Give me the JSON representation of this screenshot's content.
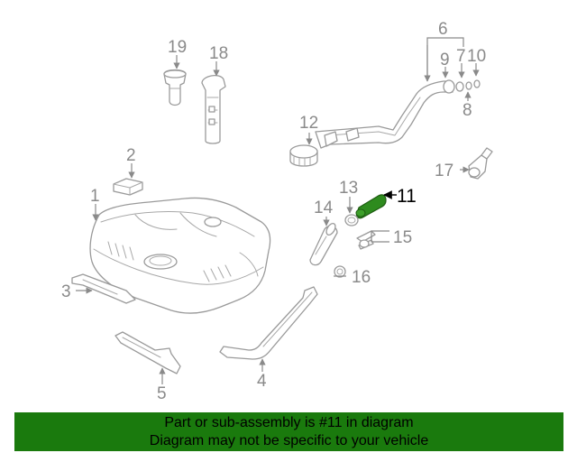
{
  "callouts": {
    "c1": "1",
    "c2": "2",
    "c3": "3",
    "c4": "4",
    "c5": "5",
    "c6": "6",
    "c7": "7",
    "c8": "8",
    "c9": "9",
    "c10": "10",
    "c11": "11",
    "c12": "12",
    "c13": "13",
    "c14": "14",
    "c15": "15",
    "c16": "16",
    "c17": "17",
    "c18": "18",
    "c19": "19"
  },
  "highlighted_part": "11",
  "colors": {
    "highlight_part": "#2e8b1e",
    "footer_bg": "#1a7a0d",
    "line_gray": "#9a9a9a"
  },
  "footer": {
    "line1": "Part or sub-assembly is #11 in diagram",
    "line2": "Diagram may not be specific to your vehicle"
  }
}
